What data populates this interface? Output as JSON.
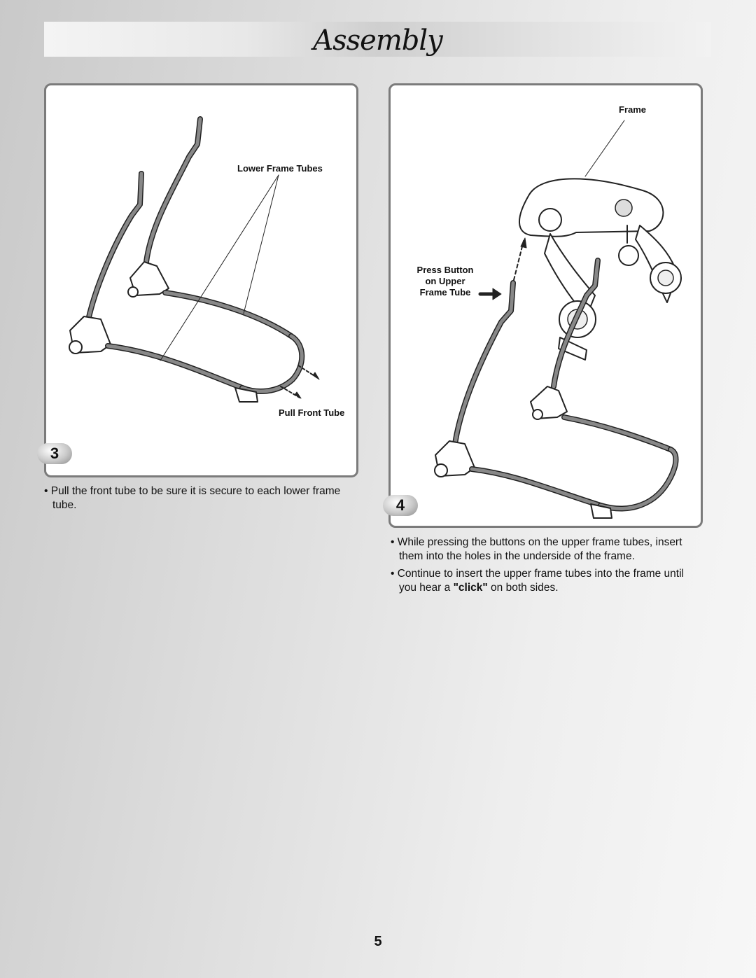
{
  "header": {
    "title": "Assembly"
  },
  "step3": {
    "number": "3",
    "labels": {
      "lower_frame_tubes": "Lower Frame Tubes",
      "pull_front_tube": "Pull Front Tube"
    },
    "instructions": [
      "Pull the front tube to be sure it is secure to each lower frame tube."
    ]
  },
  "step4": {
    "number": "4",
    "labels": {
      "frame": "Frame",
      "press_button_line1": "Press Button",
      "press_button_line2": "on Upper",
      "press_button_line3": "Frame Tube"
    },
    "instructions": [
      {
        "text": "While pressing the buttons on the upper frame tubes, insert them into the holes in the underside of the frame."
      },
      {
        "before": "Continue to insert the upper frame tubes into the frame until you hear a ",
        "bold": "\"click\"",
        "after": " on both sides."
      }
    ]
  },
  "footer": {
    "page_number": "5"
  }
}
